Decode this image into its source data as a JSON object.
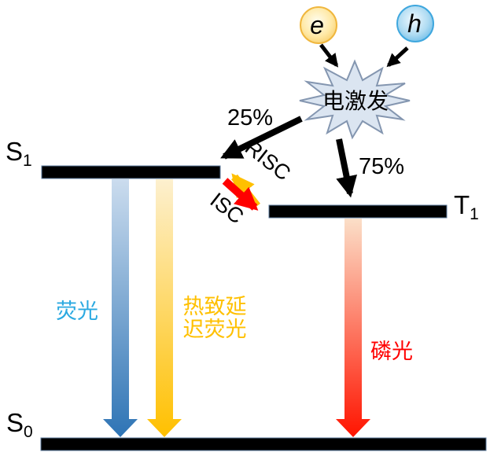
{
  "diagram": {
    "particles": {
      "electron_label": "e",
      "hole_label": "h"
    },
    "excitation_label": "电激发",
    "branching": {
      "singlet_pct": "25%",
      "triplet_pct": "75%"
    },
    "levels": {
      "s1": {
        "main": "S",
        "sub": "1"
      },
      "t1": {
        "main": "T",
        "sub": "1"
      },
      "s0": {
        "main": "S",
        "sub": "0"
      }
    },
    "transitions": {
      "risc_label": "RISC",
      "isc_label": "ISC",
      "fluorescence_label": "荧光",
      "tadf_label_line1": "热致延",
      "tadf_label_line2": "迟荧光",
      "phosphorescence_label": "磷光"
    },
    "colors": {
      "level_bar": "#000000",
      "black_arrow": "#000000",
      "starburst_fill": "#DBE5F1",
      "starburst_stroke": "#8496B0",
      "electron_edge": "#F0B73E",
      "hole_edge": "#3FA7DE",
      "fluorescence_arrow_start": "#CBDCEE",
      "fluorescence_arrow_end": "#2E74B5",
      "fluorescence_label": "#2BA9E1",
      "tadf_arrow_start": "#FDF0CF",
      "tadf_arrow_end": "#FFC000",
      "tadf_label": "#FFC000",
      "phosphorescence_arrow_start": "#FBDFC8",
      "phosphorescence_arrow_end": "#FF1400",
      "phosphorescence_label": "#FF0000",
      "risc_arrow": "#FFC000",
      "isc_arrow": "#FF0000"
    }
  }
}
